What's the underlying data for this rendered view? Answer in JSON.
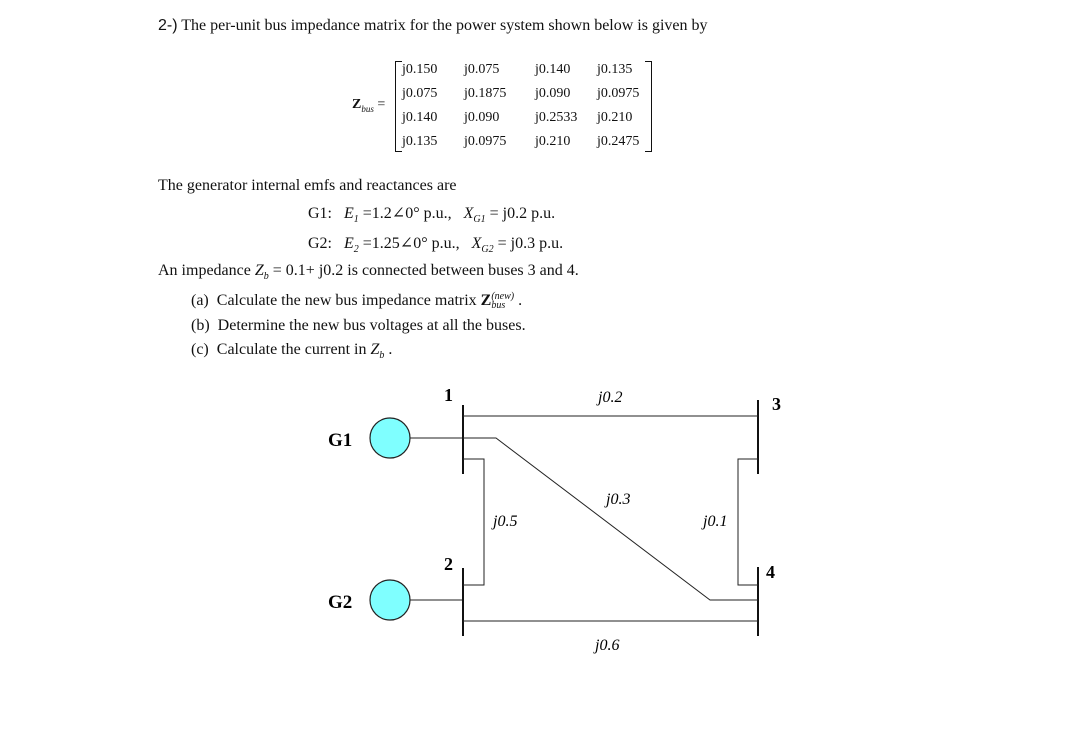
{
  "problem": {
    "number": "2-)",
    "statement": "The per-unit bus impedance matrix for the power system shown below is given by"
  },
  "matrix": {
    "symbol": "Z",
    "subscript": "bus",
    "equals": "=",
    "rows": [
      [
        "j0.150",
        "j0.075",
        "j0.140",
        "j0.135"
      ],
      [
        "j0.075",
        "j0.1875",
        "j0.090",
        "j0.0975"
      ],
      [
        "j0.140",
        "j0.090",
        "j0.2533",
        "j0.210"
      ],
      [
        "j0.135",
        "j0.0975",
        "j0.210",
        "j0.2475"
      ]
    ]
  },
  "generators_intro": "The generator internal emfs and reactances are",
  "generators": [
    {
      "label": "G1:",
      "emf_symbol": "E",
      "emf_sub": "1",
      "emf_value": "=1.2∠0° p.u.,",
      "x_symbol": "X",
      "x_sub": "G1",
      "x_value": "= j0.2 p.u."
    },
    {
      "label": "G2:",
      "emf_symbol": "E",
      "emf_sub": "2",
      "emf_value": "=1.25∠0° p.u.,",
      "x_symbol": "X",
      "x_sub": "G2",
      "x_value": "= j0.3 p.u."
    }
  ],
  "impedance_line": {
    "prefix": "An impedance",
    "symbol": "Z",
    "sub": "b",
    "value": "= 0.1+ j0.2",
    "suffix": "is connected between buses 3 and 4."
  },
  "questions": [
    {
      "tag": "(a)",
      "text": "Calculate the new bus impedance matrix",
      "sym": "Z",
      "sup": "(new)",
      "sub": "bus",
      "end": "."
    },
    {
      "tag": "(b)",
      "text": "Determine the new bus voltages at all the buses."
    },
    {
      "tag": "(c)",
      "text": "Calculate the current in",
      "sym": "Z",
      "sub": "b",
      "end": "."
    }
  ],
  "diagram": {
    "generators": [
      {
        "label": "G1",
        "color": "#7FFFFF"
      },
      {
        "label": "G2",
        "color": "#7FFFFF"
      }
    ],
    "buses": [
      "1",
      "2",
      "3",
      "4"
    ],
    "lines": [
      {
        "from": "1",
        "to": "3",
        "label": "j0.2"
      },
      {
        "from": "1",
        "to": "4",
        "label": "j0.3"
      },
      {
        "from": "1",
        "to": "2",
        "label": "j0.5"
      },
      {
        "from": "3",
        "to": "4",
        "label": "j0.1"
      },
      {
        "from": "2",
        "to": "4",
        "label": "j0.6"
      }
    ]
  }
}
